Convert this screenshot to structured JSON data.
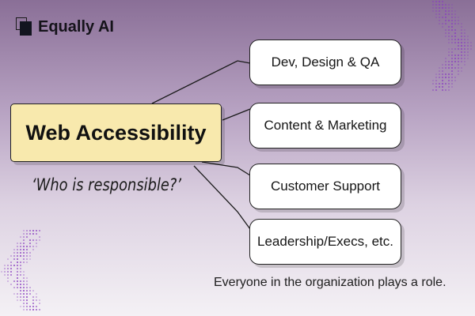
{
  "logo": {
    "text": "Equally AI"
  },
  "main": {
    "title": "Web Accessibility",
    "subtitle": "‘Who is responsible?’"
  },
  "roles": [
    "Dev, Design & QA",
    "Content & Marketing",
    "Customer Support",
    "Leadership/Execs, etc."
  ],
  "footer": "Everyone in the organization plays a role.",
  "colors": {
    "main_box": "#f8e9ad",
    "dots": "#8a3fc0"
  }
}
